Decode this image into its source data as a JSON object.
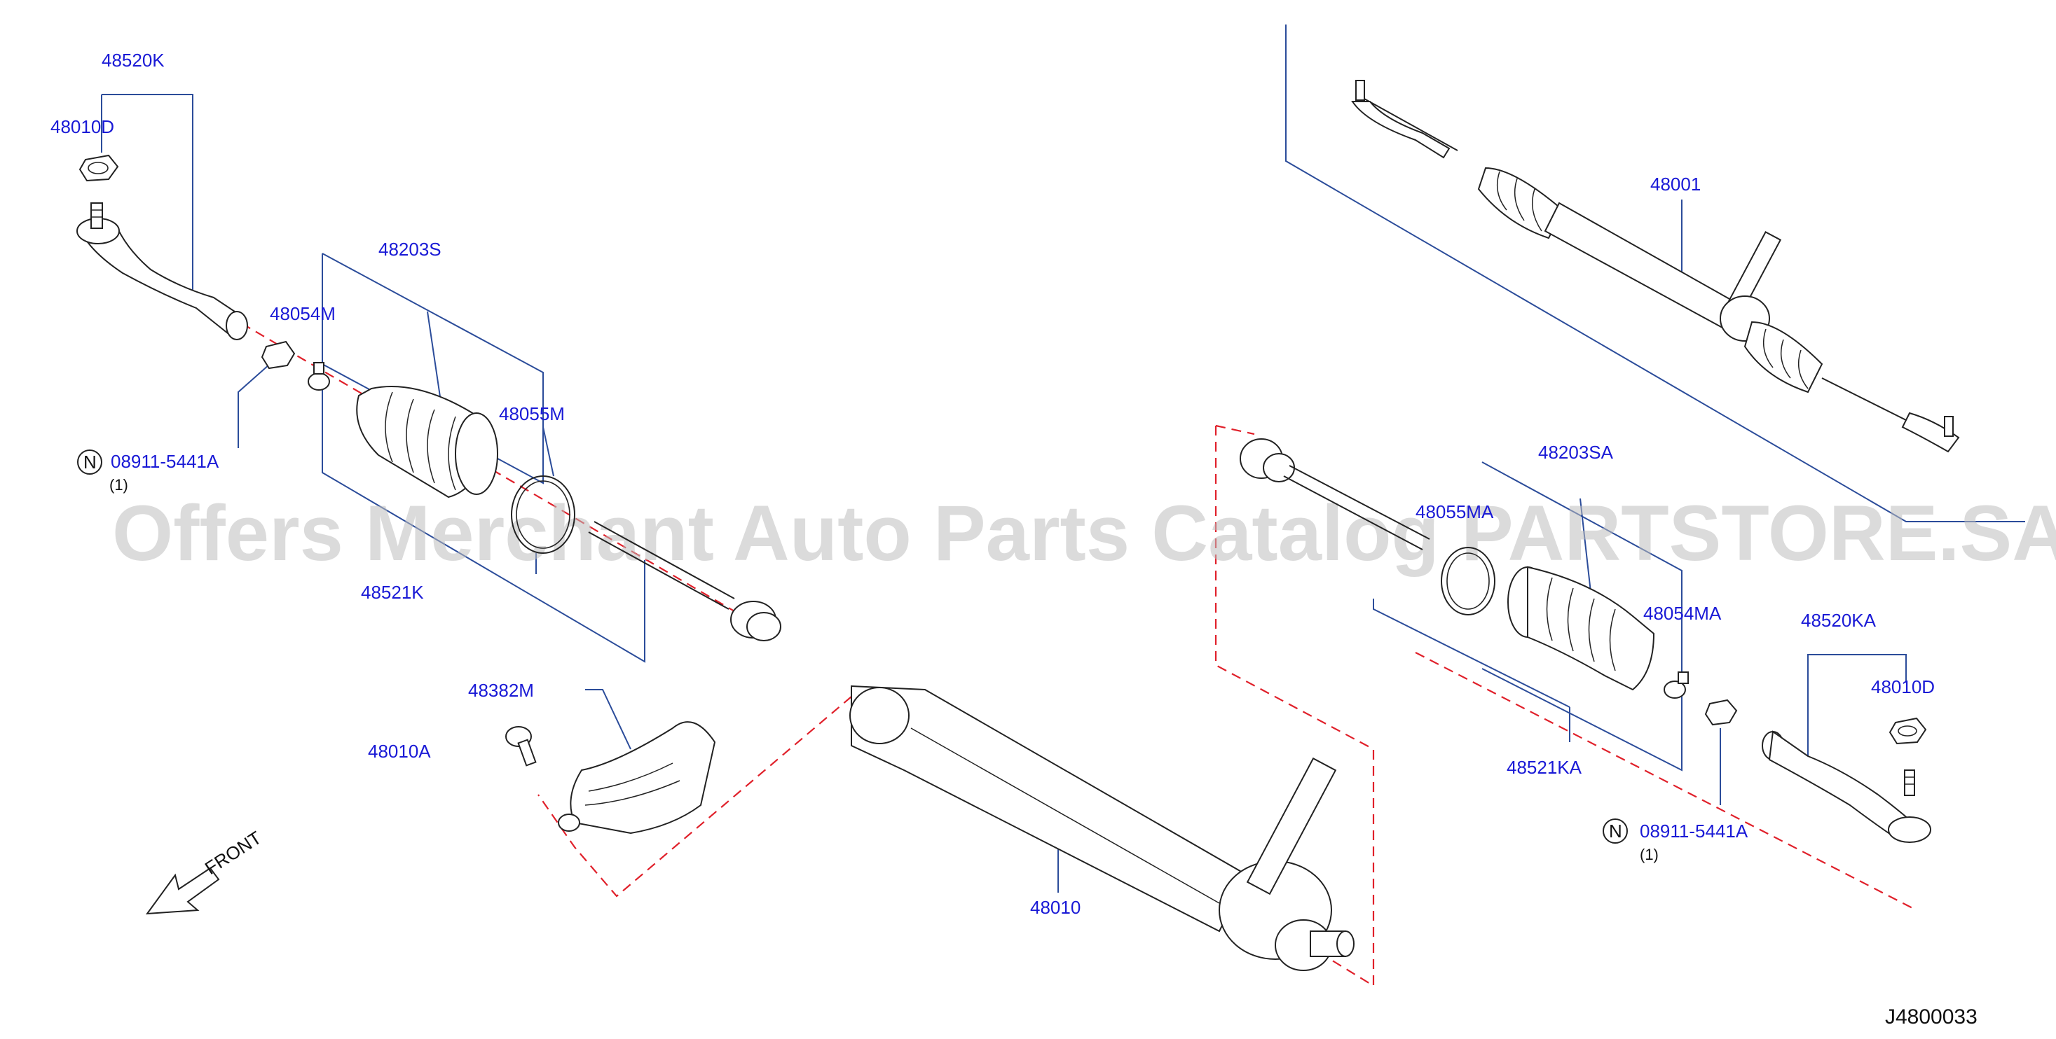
{
  "watermark": "Offers Merchant Auto Parts Catalog PARTSTORE.SA",
  "drawing_id": "J4800033",
  "front_label": "FRONT",
  "note_symbol": "N",
  "parts": {
    "p48520K": "48520K",
    "p48010D_left": "48010D",
    "p48203S": "48203S",
    "p48054M": "48054M",
    "p48055M": "48055M",
    "p48521K": "48521K",
    "p08911_left": "08911-5441A",
    "qty_left": "(1)",
    "p48382M": "48382M",
    "p48010A": "48010A",
    "p48010": "48010",
    "p48001": "48001",
    "p48203SA": "48203SA",
    "p48055MA": "48055MA",
    "p48054MA": "48054MA",
    "p48520KA": "48520KA",
    "p48010D_right": "48010D",
    "p48521KA": "48521KA",
    "p08911_right": "08911-5441A",
    "qty_right": "(1)"
  }
}
